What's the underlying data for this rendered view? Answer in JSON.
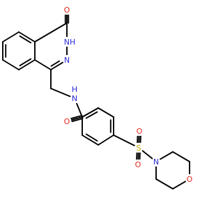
{
  "structure": {
    "atoms": [
      {
        "id": "N_amide",
        "label": "N",
        "color": "#2a2ad6"
      },
      {
        "id": "H_amide",
        "label": "H",
        "color": "#2a2ad6"
      },
      {
        "id": "O_amide",
        "label": "O",
        "color": "#e8291c"
      },
      {
        "id": "O_top",
        "label": "O",
        "color": "#e8291c"
      },
      {
        "id": "NH_ring",
        "label": "NH",
        "color": "#2a2ad6"
      },
      {
        "id": "N_ring",
        "label": "N",
        "color": "#2a2ad6"
      },
      {
        "id": "S",
        "label": "S",
        "color": "#c9a800"
      },
      {
        "id": "O_s_up",
        "label": "O",
        "color": "#e8291c"
      },
      {
        "id": "O_s_down",
        "label": "O",
        "color": "#e8291c"
      },
      {
        "id": "N_morph",
        "label": "N",
        "color": "#2a2ad6"
      },
      {
        "id": "O_morph",
        "label": "O",
        "color": "#e8291c"
      }
    ]
  }
}
